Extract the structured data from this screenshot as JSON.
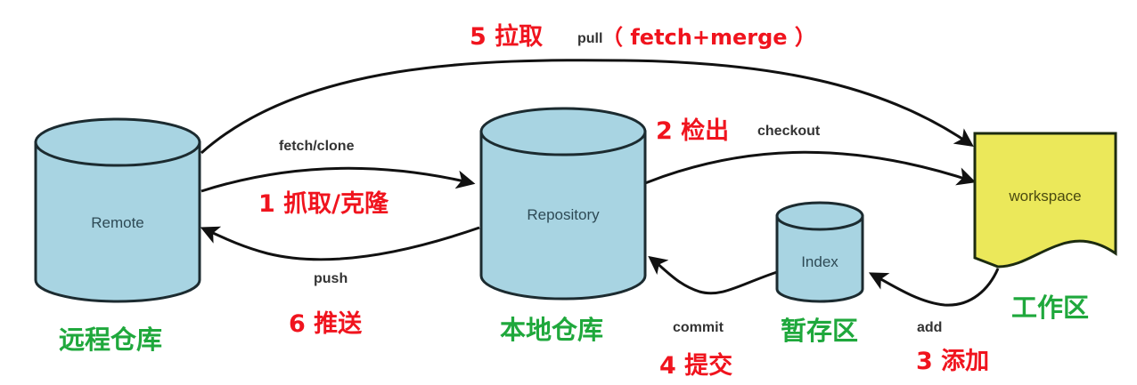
{
  "colors": {
    "repo_fill": "#a8d4e2",
    "repo_stroke": "#1c2b30",
    "workspace_fill": "#ebe85a",
    "label_red": "#f0141e",
    "label_green": "#1fa83c",
    "edge": "#111111"
  },
  "nodes": {
    "remote": {
      "label": "Remote",
      "caption": "远程仓库"
    },
    "repository": {
      "label": "Repository",
      "caption": "本地仓库"
    },
    "index": {
      "label": "Index",
      "caption": "暂存区"
    },
    "workspace": {
      "label": "workspace",
      "caption": "工作区"
    }
  },
  "edges": {
    "pull": {
      "command": "pull",
      "step": "5 拉取",
      "detail": "（ fetch+merge ）"
    },
    "fetch_clone": {
      "command": "fetch/clone",
      "step": "1 抓取/克隆"
    },
    "checkout": {
      "command": "checkout",
      "step": "2 检出"
    },
    "push": {
      "command": "push",
      "step": "6 推送"
    },
    "commit": {
      "command": "commit",
      "step": "4 提交"
    },
    "add": {
      "command": "add",
      "step": "3 添加"
    }
  }
}
